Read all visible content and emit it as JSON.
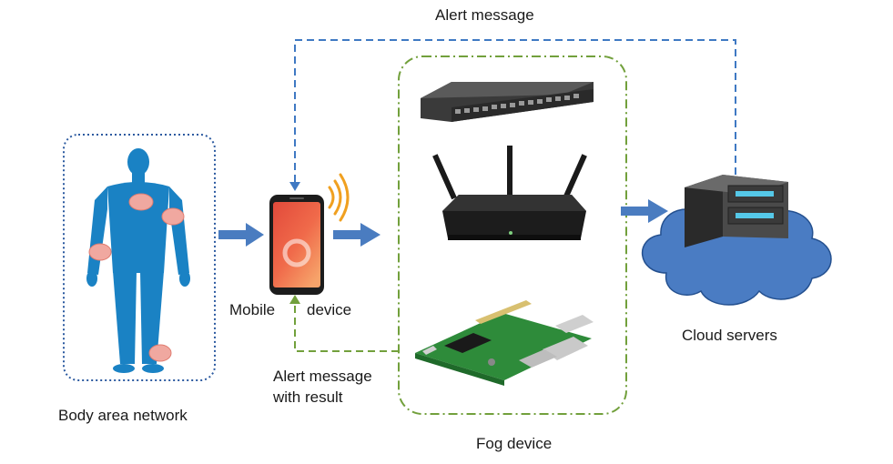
{
  "labels": {
    "top_alert": "Alert message",
    "body_area_network": "Body area network",
    "mobile": "Mobile",
    "device": "device",
    "alert_result_line1": "Alert message",
    "alert_result_line2": "with result",
    "fog_device": "Fog device",
    "cloud_servers": "Cloud servers"
  },
  "icons": {
    "body": "human-body-icon",
    "phone": "smartphone-icon",
    "wireless": "wireless-signal-icon",
    "switch": "network-switch-icon",
    "router": "wifi-router-icon",
    "board": "raspberry-pi-icon",
    "server": "server-icon",
    "cloud": "cloud-icon"
  },
  "colors": {
    "body": "#1a82c4",
    "sensor": "#f0a8a0",
    "arrow": "#4a7cc0",
    "blue_dash": "#3f79c3",
    "green_dash": "#72a03c",
    "cloud": "#4a7cc3",
    "signal": "#f0a020"
  }
}
